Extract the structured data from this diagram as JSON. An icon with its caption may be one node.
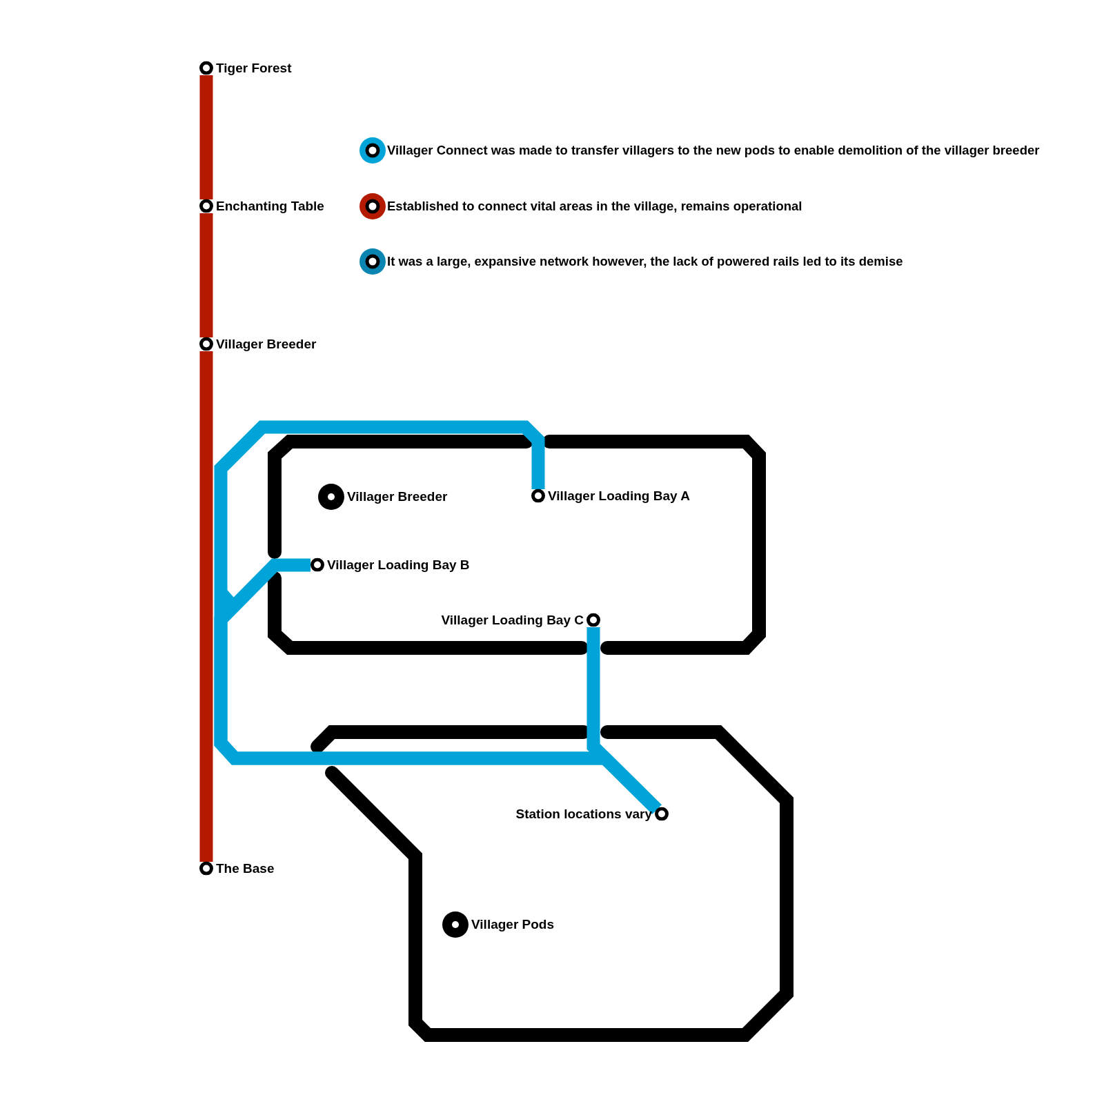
{
  "diagram": {
    "nodes": [
      {
        "text": [
          "Tiger Forest"
        ]
      },
      {
        "text": [
          "Enchanting Table"
        ]
      },
      {
        "text": [
          "Villager Breeder"
        ]
      },
      {
        "text": [
          "The Base"
        ]
      },
      {
        "text": [
          "Villager Breeder"
        ]
      },
      {
        "text": [
          "Villager Loading Bay A"
        ]
      },
      {
        "text": [
          "Villager Loading Bay B"
        ]
      },
      {
        "text": [
          "Villager Loading Bay C"
        ]
      },
      {
        "text": [
          "Station locations vary"
        ]
      },
      {
        "text": [
          "Villager Pods"
        ]
      }
    ],
    "edges": [
      {
        "from": 0,
        "to": 1,
        "arrow": "none",
        "color": "#b41a00"
      },
      {
        "from": 1,
        "to": 2,
        "arrow": "none",
        "color": "#b41a00"
      },
      {
        "from": 2,
        "to": 3,
        "arrow": "none",
        "color": "#b41a00"
      },
      {
        "from": 5,
        "to": 8,
        "arrow": "none",
        "color": "#00a4d9"
      },
      {
        "from": 6,
        "to": 8,
        "arrow": "none",
        "color": "#00a4d9"
      },
      {
        "from": 7,
        "to": 8,
        "arrow": "none",
        "color": "#00a4d9"
      }
    ],
    "legend": [
      {
        "text": "Villager Connect was made to transfer villagers to the new pods to enable demolition of the villager breeder",
        "color": "#00a4d9"
      },
      {
        "text": "Established to connect vital areas in the village, remains operational",
        "color": "#b41a00"
      },
      {
        "text": "It was a large, expansive network however, the lack of powered rails led to its demise",
        "color": "#0a84b0"
      }
    ]
  }
}
